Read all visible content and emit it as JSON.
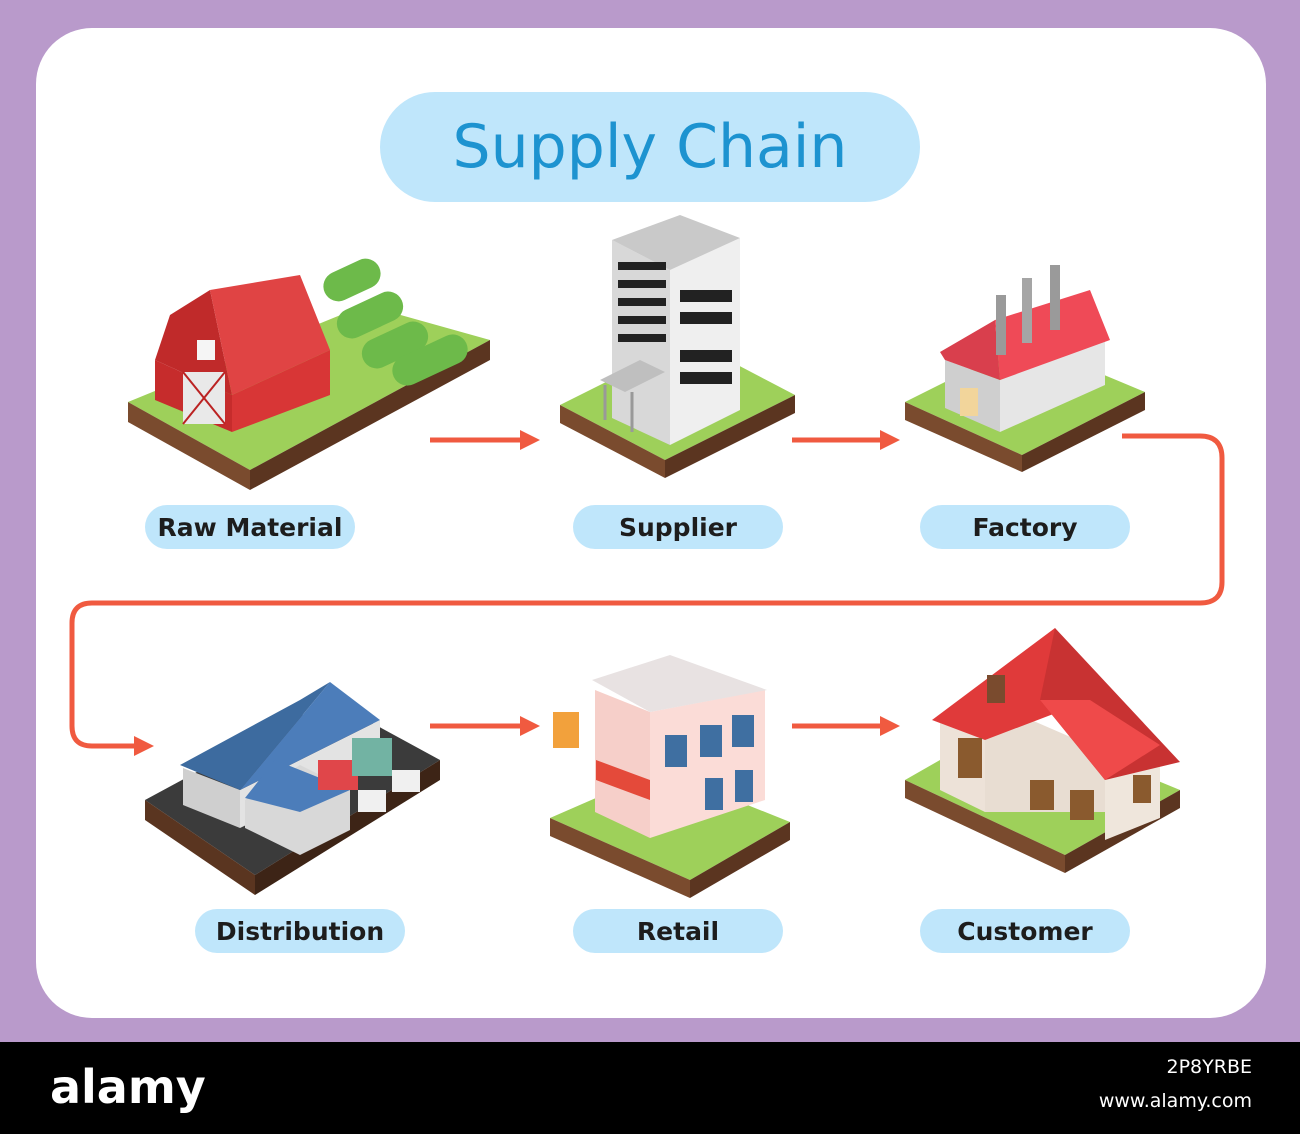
{
  "title": "Supply Chain",
  "nodes": [
    {
      "label": "Raw Material",
      "icon": "barn-farm-icon"
    },
    {
      "label": "Supplier",
      "icon": "office-tower-icon"
    },
    {
      "label": "Factory",
      "icon": "factory-icon"
    },
    {
      "label": "Distribution",
      "icon": "warehouse-trucks-icon"
    },
    {
      "label": "Retail",
      "icon": "shop-building-icon"
    },
    {
      "label": "Customer",
      "icon": "house-icon"
    }
  ],
  "footer": {
    "logo": "alamy",
    "image_id": "2P8YRBE",
    "url": "www.alamy.com"
  },
  "colors": {
    "background": "#b99acb",
    "pill": "#bfe6fb",
    "title_text": "#1d93d0",
    "arrow": "#f05a40"
  }
}
